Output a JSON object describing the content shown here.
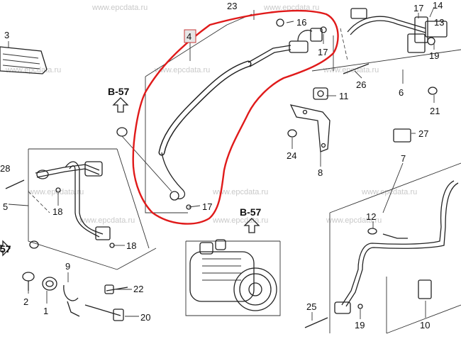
{
  "watermarks": [
    "www.epcdata.ru",
    "www.epcdata.ru",
    "www.epcdata.ru",
    "www.epcdata.ru",
    "www.epcdata.ru",
    "www.epcdata.ru",
    "www.epcdata.ru",
    "www.epcdata.ru",
    "www.epcdata.ru",
    "www.epcdata.ru",
    "www.epcdata.ru"
  ],
  "highlight_color": "#e01a1a",
  "refs": {
    "b57_top": "B-57",
    "b57_mid": "B-57",
    "b57_left": "57"
  },
  "callouts": {
    "c1": "1",
    "c2": "2",
    "c3": "3",
    "c4": "4",
    "c5": "5",
    "c6": "6",
    "c7": "7",
    "c8": "8",
    "c9": "9",
    "c10": "10",
    "c11": "11",
    "c12": "12",
    "c13": "13",
    "c14": "14",
    "c16": "16",
    "c17a": "17",
    "c17b": "17",
    "c17c": "17",
    "c18a": "18",
    "c18b": "18",
    "c19a": "19",
    "c19b": "19",
    "c20": "20",
    "c21": "21",
    "c22": "22",
    "c23": "23",
    "c24": "24",
    "c25": "25",
    "c26": "26",
    "c27": "27",
    "c28": "28"
  }
}
